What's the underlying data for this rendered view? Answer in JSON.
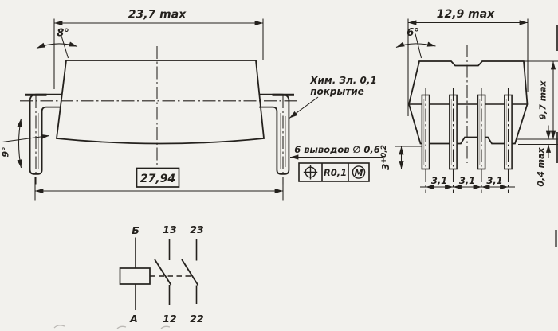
{
  "drawing": {
    "background": "#f2f1ed",
    "ink": "#24211d",
    "left_view": {
      "width_dim": "23,7 max",
      "draft_angle": "8°",
      "side_angle": "9°",
      "span_dim": "27,94"
    },
    "notes": {
      "coating_line1": "Хим. Зл. 0,1",
      "coating_line2": "покрытие",
      "leads_note": "6 выводов ∅ 0,6",
      "tolerance_value": "R0,1",
      "tolerance_modifier": "М"
    },
    "right_view": {
      "width_dim": "12,9 max",
      "draft_angle": "6°",
      "height_dim": "9,7 max",
      "standoff_dim": "0,4 max",
      "lead_length": "3",
      "lead_length_tol": "+0,2",
      "pitch": [
        "3,1",
        "3,1",
        "3,1"
      ]
    },
    "schematic": {
      "coil_top": "Б",
      "coil_bottom": "А",
      "contact1_top": "13",
      "contact1_bottom": "12",
      "contact2_top": "23",
      "contact2_bottom": "22"
    }
  }
}
